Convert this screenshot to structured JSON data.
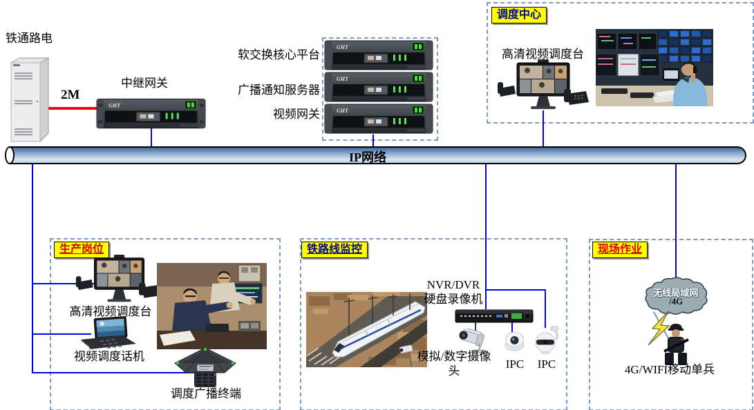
{
  "access": {
    "source_label": "铁通路电",
    "link_label": "2M",
    "gateway_label": "中继网关"
  },
  "core_platform": {
    "server_labels": [
      "软交换核心平台",
      "广播通知服务器",
      "视频网关"
    ],
    "device_brand": "GHT"
  },
  "backbone": {
    "label": "IP网络"
  },
  "dispatch_center": {
    "title": "调度中心",
    "console_label": "高清视频调度台"
  },
  "production_post": {
    "title": "生产岗位",
    "console_label": "高清视频调度台",
    "video_phone_label": "视频调度话机",
    "broadcast_terminal_label": "调度广播终端"
  },
  "railway_monitoring": {
    "title": "铁路线监控",
    "nvr_lines": [
      "NVR/DVR",
      "硬盘录像机"
    ],
    "camera_lines": [
      "模拟/数字摄像",
      "头"
    ],
    "ipc_labels": [
      "IPC",
      "IPC"
    ]
  },
  "field_work": {
    "title": "现场作业",
    "cloud_lines": [
      "无线局域网",
      "/4G"
    ],
    "unit_label": "4G/WIFI移动单兵"
  },
  "colors": {
    "connection_blue": "#0000EE",
    "trunk_red": "#FF0000",
    "zone_border": "#7E99BB",
    "tag_bg": "#FFFF00",
    "tag_navy": "#00009B",
    "tag_red": "#DD0000",
    "pipe_top": "#44699D",
    "pipe_bottom": "#D9E5F1"
  }
}
